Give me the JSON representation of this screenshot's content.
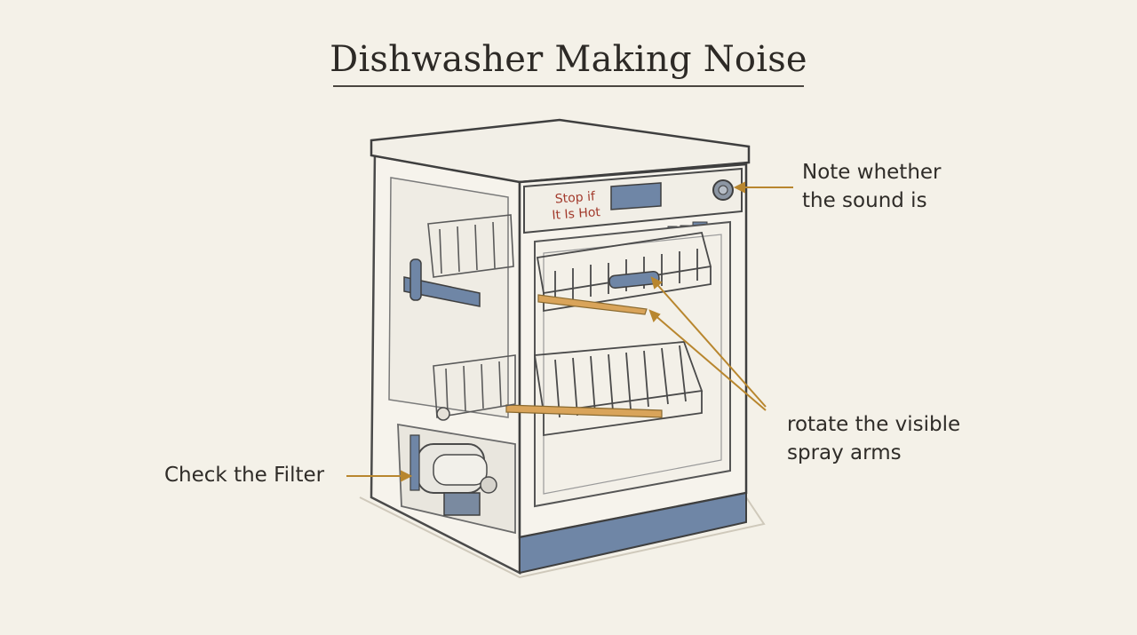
{
  "title": "Dishwasher Making Noise",
  "panel_warning": {
    "line1": "Stop if",
    "line2": "It Is Hot"
  },
  "callouts": {
    "note": {
      "line1": "Note whether",
      "line2": "the sound is"
    },
    "rotate": {
      "line1": "rotate the visible",
      "line2": "spray arms"
    },
    "filter": {
      "line1": "Check the Filter"
    }
  },
  "colors": {
    "background": "#f4f1e8",
    "arrow": "#b8862e",
    "accent_blue": "#6f86a6",
    "warning_text": "#a23a2c",
    "spray_arm": "#d9a45a"
  }
}
